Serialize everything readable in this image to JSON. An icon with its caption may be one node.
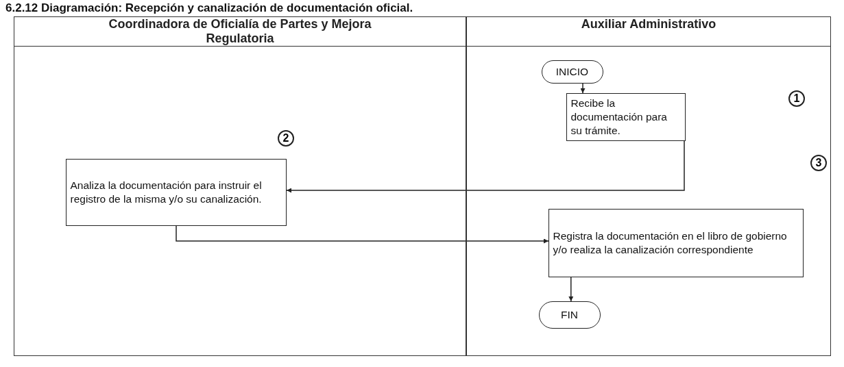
{
  "diagram": {
    "title": "6.2.12 Diagramación: Recepción y canalización de documentación oficial.",
    "nodes": [
      {
        "text": [
          "Coordinadora de Oficialía de Partes y Mejora Regulatoria"
        ]
      },
      {
        "text": [
          "Auxiliar Administrativo"
        ]
      },
      {
        "text": [
          "INICIO"
        ],
        "in": 1
      },
      {
        "text": [
          "Recibe la documentación para su trámite."
        ],
        "in": 1
      },
      {
        "text": [
          "Analiza la documentación para instruir el registro de la misma y/o su canalización."
        ],
        "in": 0
      },
      {
        "text": [
          "Registra la documentación en el libro de gobierno y/o realiza la canalización correspondiente"
        ],
        "in": 1
      },
      {
        "text": [
          "FIN"
        ],
        "in": 1
      }
    ],
    "edges": [
      {
        "from": 2,
        "to": 3,
        "arrow": "to"
      },
      {
        "from": 3,
        "to": 4,
        "arrow": "to"
      },
      {
        "from": 4,
        "to": 5,
        "arrow": "to"
      },
      {
        "from": 5,
        "to": 6,
        "arrow": "to"
      }
    ],
    "labels": [
      "1",
      "2",
      "3"
    ]
  }
}
